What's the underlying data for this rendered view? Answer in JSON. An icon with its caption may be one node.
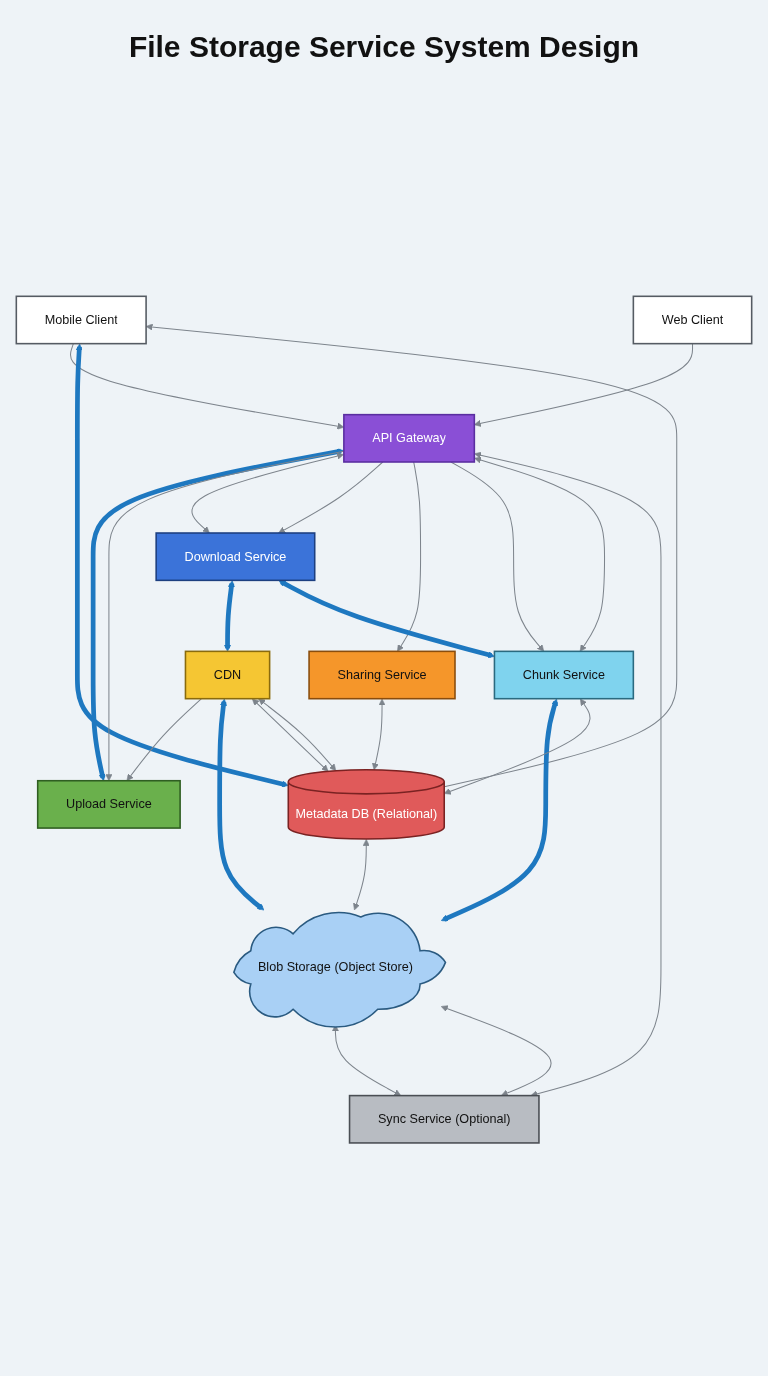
{
  "diagram": {
    "title": "File Storage Service System Design",
    "nodes": [
      {
        "text": [
          "Mobile Client"
        ]
      },
      {
        "text": [
          "Web Client"
        ]
      },
      {
        "text": [
          "API Gateway"
        ]
      },
      {
        "text": [
          "Upload Service"
        ]
      },
      {
        "text": [
          "Download Service"
        ]
      },
      {
        "text": [
          "Sharing Service"
        ]
      },
      {
        "text": [
          "Chunk Service"
        ]
      },
      {
        "text": [
          "Sync Service (Optional)"
        ]
      },
      {
        "text": [
          "CDN"
        ]
      },
      {
        "text": [
          "Metadata DB (Relational)"
        ]
      },
      {
        "text": [
          "Blob Storage (Object Store)"
        ]
      }
    ],
    "edges": [
      {
        "from": 0,
        "to": 2,
        "arrow": "to"
      },
      {
        "from": 1,
        "to": 2,
        "arrow": "to"
      },
      {
        "from": 9,
        "to": 0,
        "arrow": "to"
      },
      {
        "from": 0,
        "to": 9,
        "arrow": "both",
        "style": "thick",
        "color": "#1e78c0"
      },
      {
        "from": 2,
        "to": 3,
        "arrow": "both",
        "style": "thick",
        "color": "#1e78c0"
      },
      {
        "from": 2,
        "to": 3,
        "arrow": "to"
      },
      {
        "from": 2,
        "to": 4,
        "arrow": "both"
      },
      {
        "from": 2,
        "to": 4,
        "arrow": "to"
      },
      {
        "from": 2,
        "to": 5,
        "arrow": "to"
      },
      {
        "from": 2,
        "to": 6,
        "arrow": "to"
      },
      {
        "from": 2,
        "to": 6,
        "arrow": "both"
      },
      {
        "from": 2,
        "to": 7,
        "arrow": "both"
      },
      {
        "from": 8,
        "to": 3,
        "arrow": "to"
      },
      {
        "from": 4,
        "to": 8,
        "arrow": "both",
        "style": "thick",
        "color": "#1e78c0"
      },
      {
        "from": 4,
        "to": 6,
        "arrow": "both",
        "style": "thick",
        "color": "#1e78c0"
      },
      {
        "from": 8,
        "to": 10,
        "arrow": "both",
        "style": "thick",
        "color": "#1e78c0"
      },
      {
        "from": 6,
        "to": 10,
        "arrow": "both",
        "style": "thick",
        "color": "#1e78c0"
      },
      {
        "from": 8,
        "to": 9,
        "arrow": "both"
      },
      {
        "from": 8,
        "to": 9,
        "arrow": "both"
      },
      {
        "from": 5,
        "to": 9,
        "arrow": "both"
      },
      {
        "from": 6,
        "to": 9,
        "arrow": "both"
      },
      {
        "from": 9,
        "to": 10,
        "arrow": "both"
      },
      {
        "from": 7,
        "to": 10,
        "arrow": "both"
      },
      {
        "from": 10,
        "to": 7,
        "arrow": "both"
      }
    ]
  }
}
